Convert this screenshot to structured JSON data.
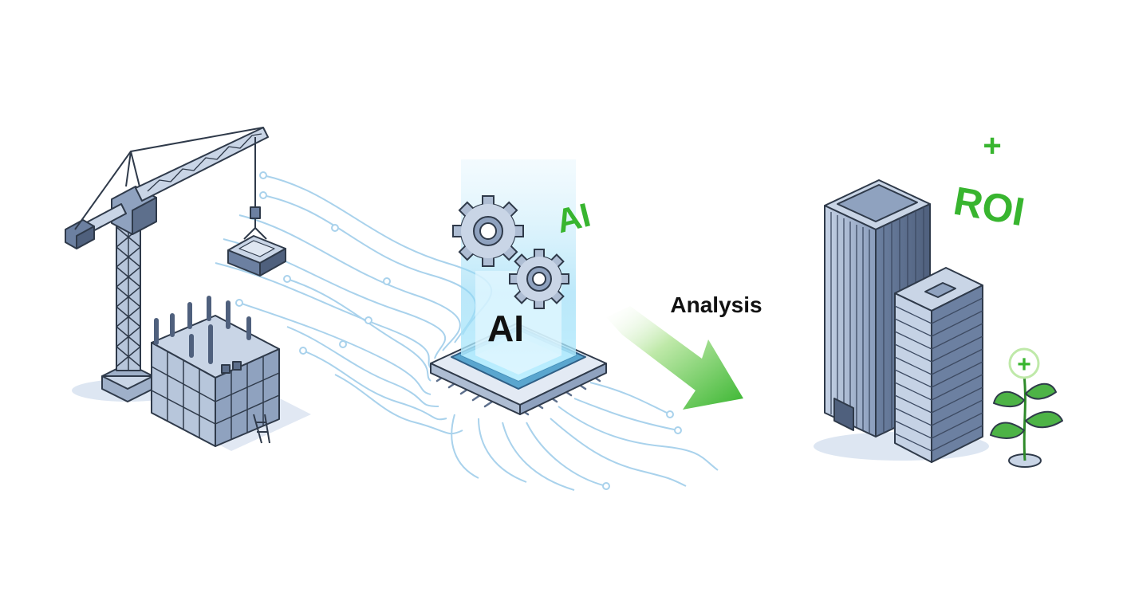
{
  "chip": {
    "label": "AI"
  },
  "hologram": {
    "label": "AI"
  },
  "arrow": {
    "label": "Analysis"
  },
  "outcome": {
    "label": "ROI",
    "plus": "+"
  },
  "sprout": {
    "plus": "+"
  },
  "colors": {
    "ink": "#2f3a4a",
    "steel": "#8fa2bf",
    "steel_dark": "#5d6f8c",
    "steel_light": "#c9d5e6",
    "circuit": "#a9d2ec",
    "glow": "#7fd3f2",
    "green": "#38b52f",
    "green_light": "#bfe9a9",
    "leaf": "#4db346"
  }
}
